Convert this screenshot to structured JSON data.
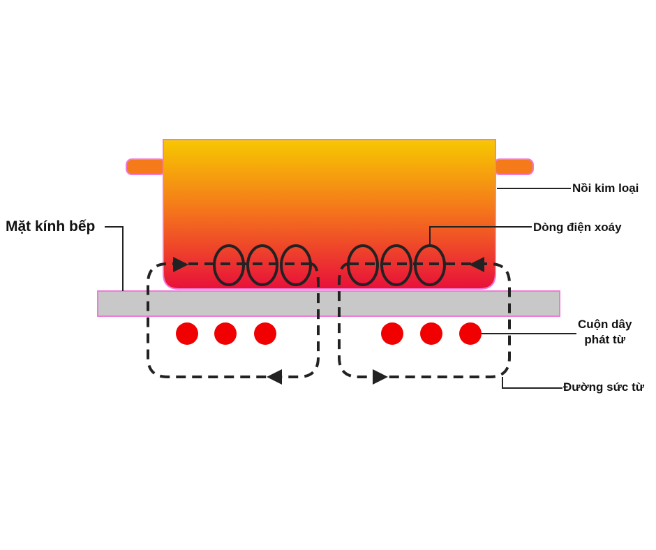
{
  "labels": {
    "glass": "Mặt kính bếp",
    "pot": "Nồi kim loại",
    "eddy": "Dòng điện xoáy",
    "coil_line1": "Cuộn dây",
    "coil_line2": "phát từ",
    "field": "Đường sức từ"
  },
  "colors": {
    "pot_top": "#f6c800",
    "pot_bottom": "#e8103a",
    "pot_outline": "#f07ad8",
    "glass_fill": "#c8c8c8",
    "glass_outline": "#f07ad8",
    "coil": "#f00000",
    "line": "#222222"
  }
}
